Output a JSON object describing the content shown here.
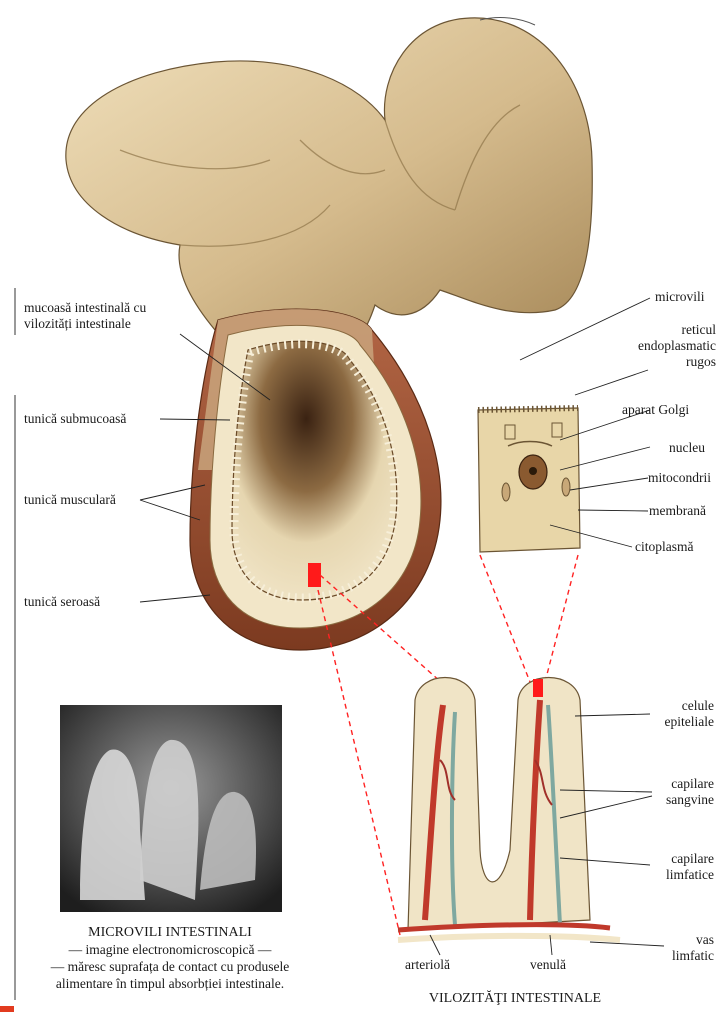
{
  "labels": {
    "mucosa": "mucoasă intestinală cu vilozități intestinale",
    "mucosa_l1": "mucoasă intestinală cu",
    "mucosa_l2": "vilozități intestinale",
    "submucosa": "tunică submucoasă",
    "muscularis": "tunică musculară",
    "serosa": "tunică seroasă",
    "microvili": "microvili",
    "reticul_l1": "reticul",
    "reticul_l2": "endoplasmatic",
    "reticul_l3": "rugos",
    "golgi": "aparat Golgi",
    "nucleu": "nucleu",
    "mitocondrii": "mitocondrii",
    "membrana": "membrană",
    "citoplasma": "citoplasmă",
    "celule_l1": "celule",
    "celule_l2": "epiteliale",
    "sangv_l1": "capilare",
    "sangv_l2": "sangvine",
    "limf_l1": "capilare",
    "limf_l2": "limfatice",
    "vas_l1": "vas",
    "vas_l2": "limfatic",
    "arteriola": "arteriolă",
    "venula": "venulă"
  },
  "captions": {
    "villi_title": "VILOZITĂŢI INTESTINALE",
    "micro_title": "MICROVILI INTESTINALI",
    "micro_l1": "— imagine electronomicroscopică —",
    "micro_l2": "— măresc suprafața de contact cu produsele",
    "micro_l3": "alimentare în timpul absorbției intestinale."
  },
  "colors": {
    "intestine": "#d9c29a",
    "muscle": "#9b4a2a",
    "artery": "#c0392b",
    "lymph": "#7fa8a0",
    "highlight": "#ff1a1a"
  }
}
